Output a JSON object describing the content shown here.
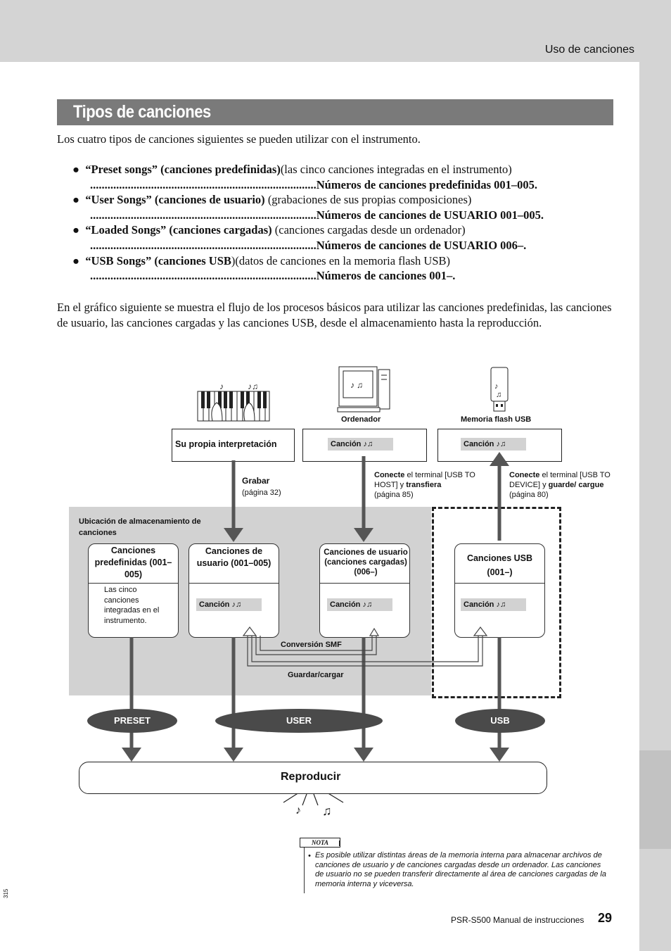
{
  "header": {
    "section": "Uso de canciones"
  },
  "title": "Tipos de canciones",
  "intro": "Los cuatro tipos de canciones siguientes se pueden utilizar con el instrumento.",
  "bullets": [
    {
      "bold": "“Preset songs” (canciones predefinidas)",
      "normal": "(las cinco canciones integradas en el instrumento)",
      "dots": "..............................................................................",
      "numbers": "Números de canciones predefinidas 001–005."
    },
    {
      "bold": "“User Songs” (canciones de usuario)",
      "normal": " (grabaciones de sus propias composiciones)",
      "dots": "..............................................................................",
      "numbers": "Números de canciones de USUARIO 001–005."
    },
    {
      "bold": "“Loaded Songs” (canciones cargadas)",
      "normal": " (canciones cargadas desde un ordenador)",
      "dots": "..............................................................................",
      "numbers": "Números de canciones de USUARIO 006–."
    },
    {
      "bold": "“USB Songs” (canciones USB",
      "normal": ")(datos de canciones en la memoria flash USB)",
      "dots": "..............................................................................",
      "numbers": "Números de canciones 001–."
    }
  ],
  "paragraph": "En el gráfico siguiente se muestra el flujo de los procesos básicos para utilizar las canciones predefinidas, las canciones de usuario, las canciones cargadas y las canciones USB, desde el almacenamiento hasta la reproducción.",
  "diagram": {
    "ordenador_label": "Ordenador",
    "usb_label": "Memoria flash USB",
    "su_propia": "Su propia interpretación",
    "cancion": "Canción",
    "grabar": "Grabar",
    "grabar_page": "(página 32)",
    "conecte1_a": "Conecte",
    "conecte1_b": " el terminal [USB TO HOST] y ",
    "conecte1_c": "transfiera",
    "conecte1_d": "(página 85)",
    "conecte2_a": "Conecte",
    "conecte2_b": " el terminal [USB TO DEVICE] y ",
    "conecte2_c": "guarde/ cargue",
    "conecte2_d": " (página 80)",
    "storage_label": "Ubicación de almacenamiento de canciones",
    "preset_box_title": "Canciones predefinidas (001–005)",
    "preset_box_desc": "Las cinco canciones integradas en el instrumento.",
    "user_box_title": "Canciones de usuario (001–005)",
    "loaded_box_title": "Canciones de usuario (canciones cargadas) (006–)",
    "usb_box_title": "Canciones USB (001–)",
    "conversion": "Conversión SMF",
    "guardar": "Guardar/cargar",
    "preset_oval": "PRESET",
    "user_oval": "USER",
    "usb_oval": "USB",
    "reproducir": "Reproducir"
  },
  "note": {
    "tag": "NOTA",
    "text": "Es posible utilizar distintas áreas de la memoria interna para almacenar archivos de canciones de usuario y de canciones cargadas desde un ordenador. Las canciones de usuario no se pueden transferir directamente al área de canciones cargadas de la memoria interna y viceversa."
  },
  "footer": {
    "manual": "PSR-S500  Manual de instrucciones",
    "page": "29",
    "side_code": "315"
  }
}
